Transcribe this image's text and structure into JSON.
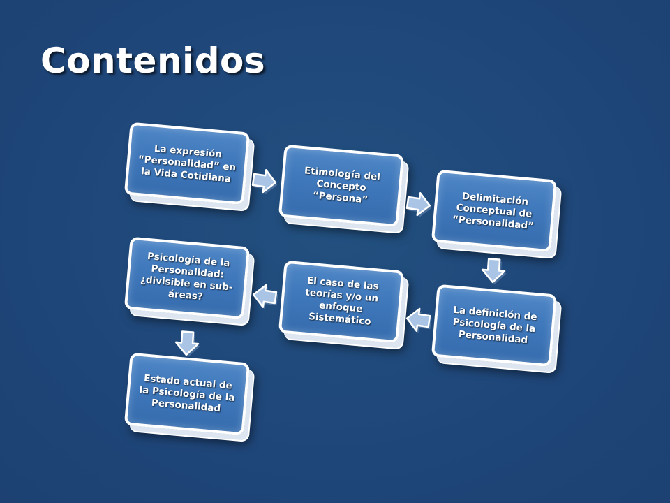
{
  "slide": {
    "title": "Contenidos"
  },
  "diagram": {
    "steps": [
      "La expresión “Personalidad” en la Vida Cotidiana",
      "Etimología del Concepto “Persona”",
      "Delimitación Conceptual de “Personalidad”",
      "La definición de Psicología de la Personalidad",
      "El caso de las teorías y/o un enfoque Sistemático",
      "Psicología de la Personalidad: ¿divisible en sub-áreas?",
      "Estado actual de la Psicología de la Personalidad"
    ],
    "colors": {
      "background": "#1f4679",
      "box_fill": "#3f78bb",
      "box_border": "#ffffff",
      "arrow_fill": "#a9c4e4"
    }
  }
}
